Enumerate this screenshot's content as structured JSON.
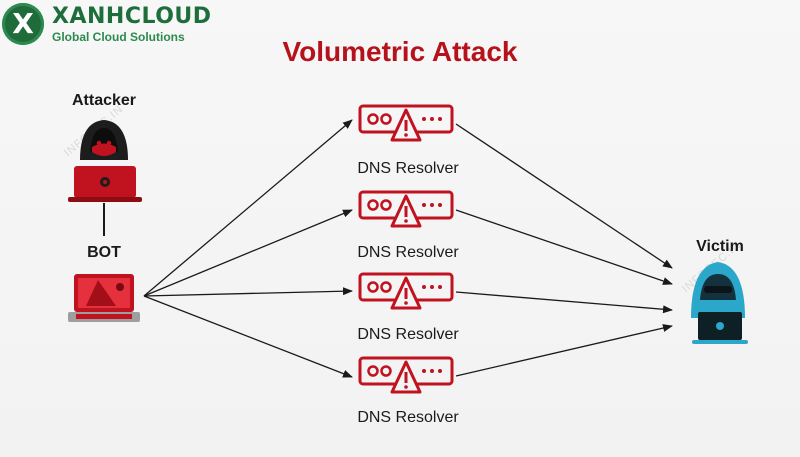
{
  "brand": {
    "mark": "X",
    "name": "XANHCLOUD",
    "tagline": "Global Cloud Solutions",
    "color": "#1e6e3c"
  },
  "title": "Volumetric Attack",
  "attacker_label": "Attacker",
  "bot_label": "BOT",
  "victim_label": "Victim",
  "resolver_label": "DNS Resolver",
  "resolvers": [
    {
      "label": "DNS Resolver"
    },
    {
      "label": "DNS Resolver"
    },
    {
      "label": "DNS Resolver"
    },
    {
      "label": "DNS Resolver"
    }
  ],
  "watermarks": [
    "INFOSEC.IN",
    "INFOSEC.IN"
  ],
  "colors": {
    "accent": "#b5121b",
    "server": "#c0121f",
    "victim": "#2aa7c9",
    "line": "#1a1a1a"
  },
  "icons": {
    "attacker": "hooded-hacker-laptop-icon",
    "bot": "infected-laptop-icon",
    "resolver": "server-warning-icon",
    "victim": "hooded-victim-laptop-icon"
  }
}
